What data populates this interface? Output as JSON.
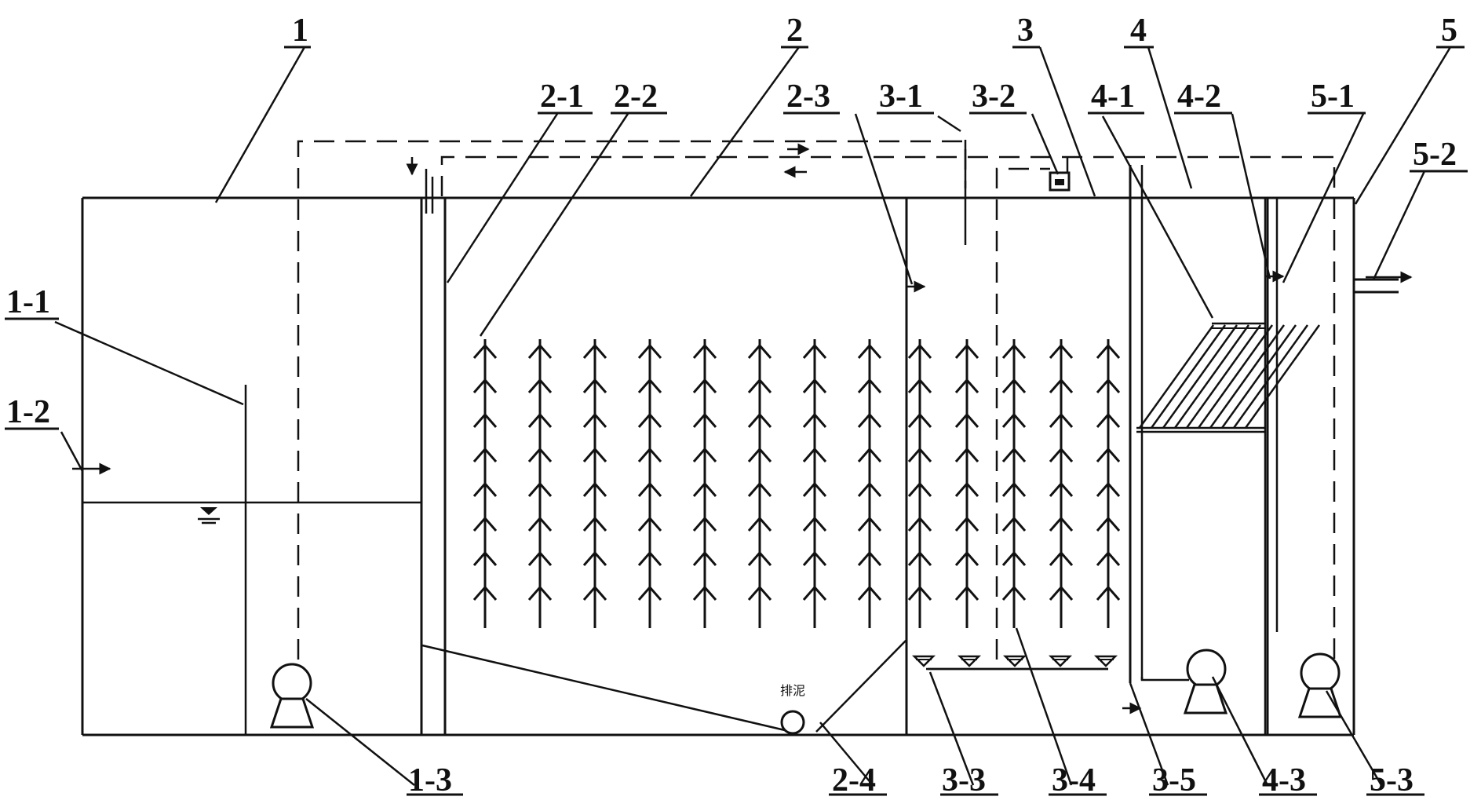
{
  "labels": {
    "l1": "1",
    "l1_1": "1-1",
    "l1_2": "1-2",
    "l1_3": "1-3",
    "l2": "2",
    "l2_1": "2-1",
    "l2_2": "2-2",
    "l2_3": "2-3",
    "l2_4": "2-4",
    "l3": "3",
    "l3_1": "3-1",
    "l3_2": "3-2",
    "l3_3": "3-3",
    "l3_4": "3-4",
    "l3_5": "3-5",
    "l4": "4",
    "l4_1": "4-1",
    "l4_2": "4-2",
    "l4_3": "4-3",
    "l5": "5",
    "l5_1": "5-1",
    "l5_2": "5-2",
    "l5_3": "5-3"
  },
  "annotations": {
    "sludge_outlet": "排泥"
  }
}
